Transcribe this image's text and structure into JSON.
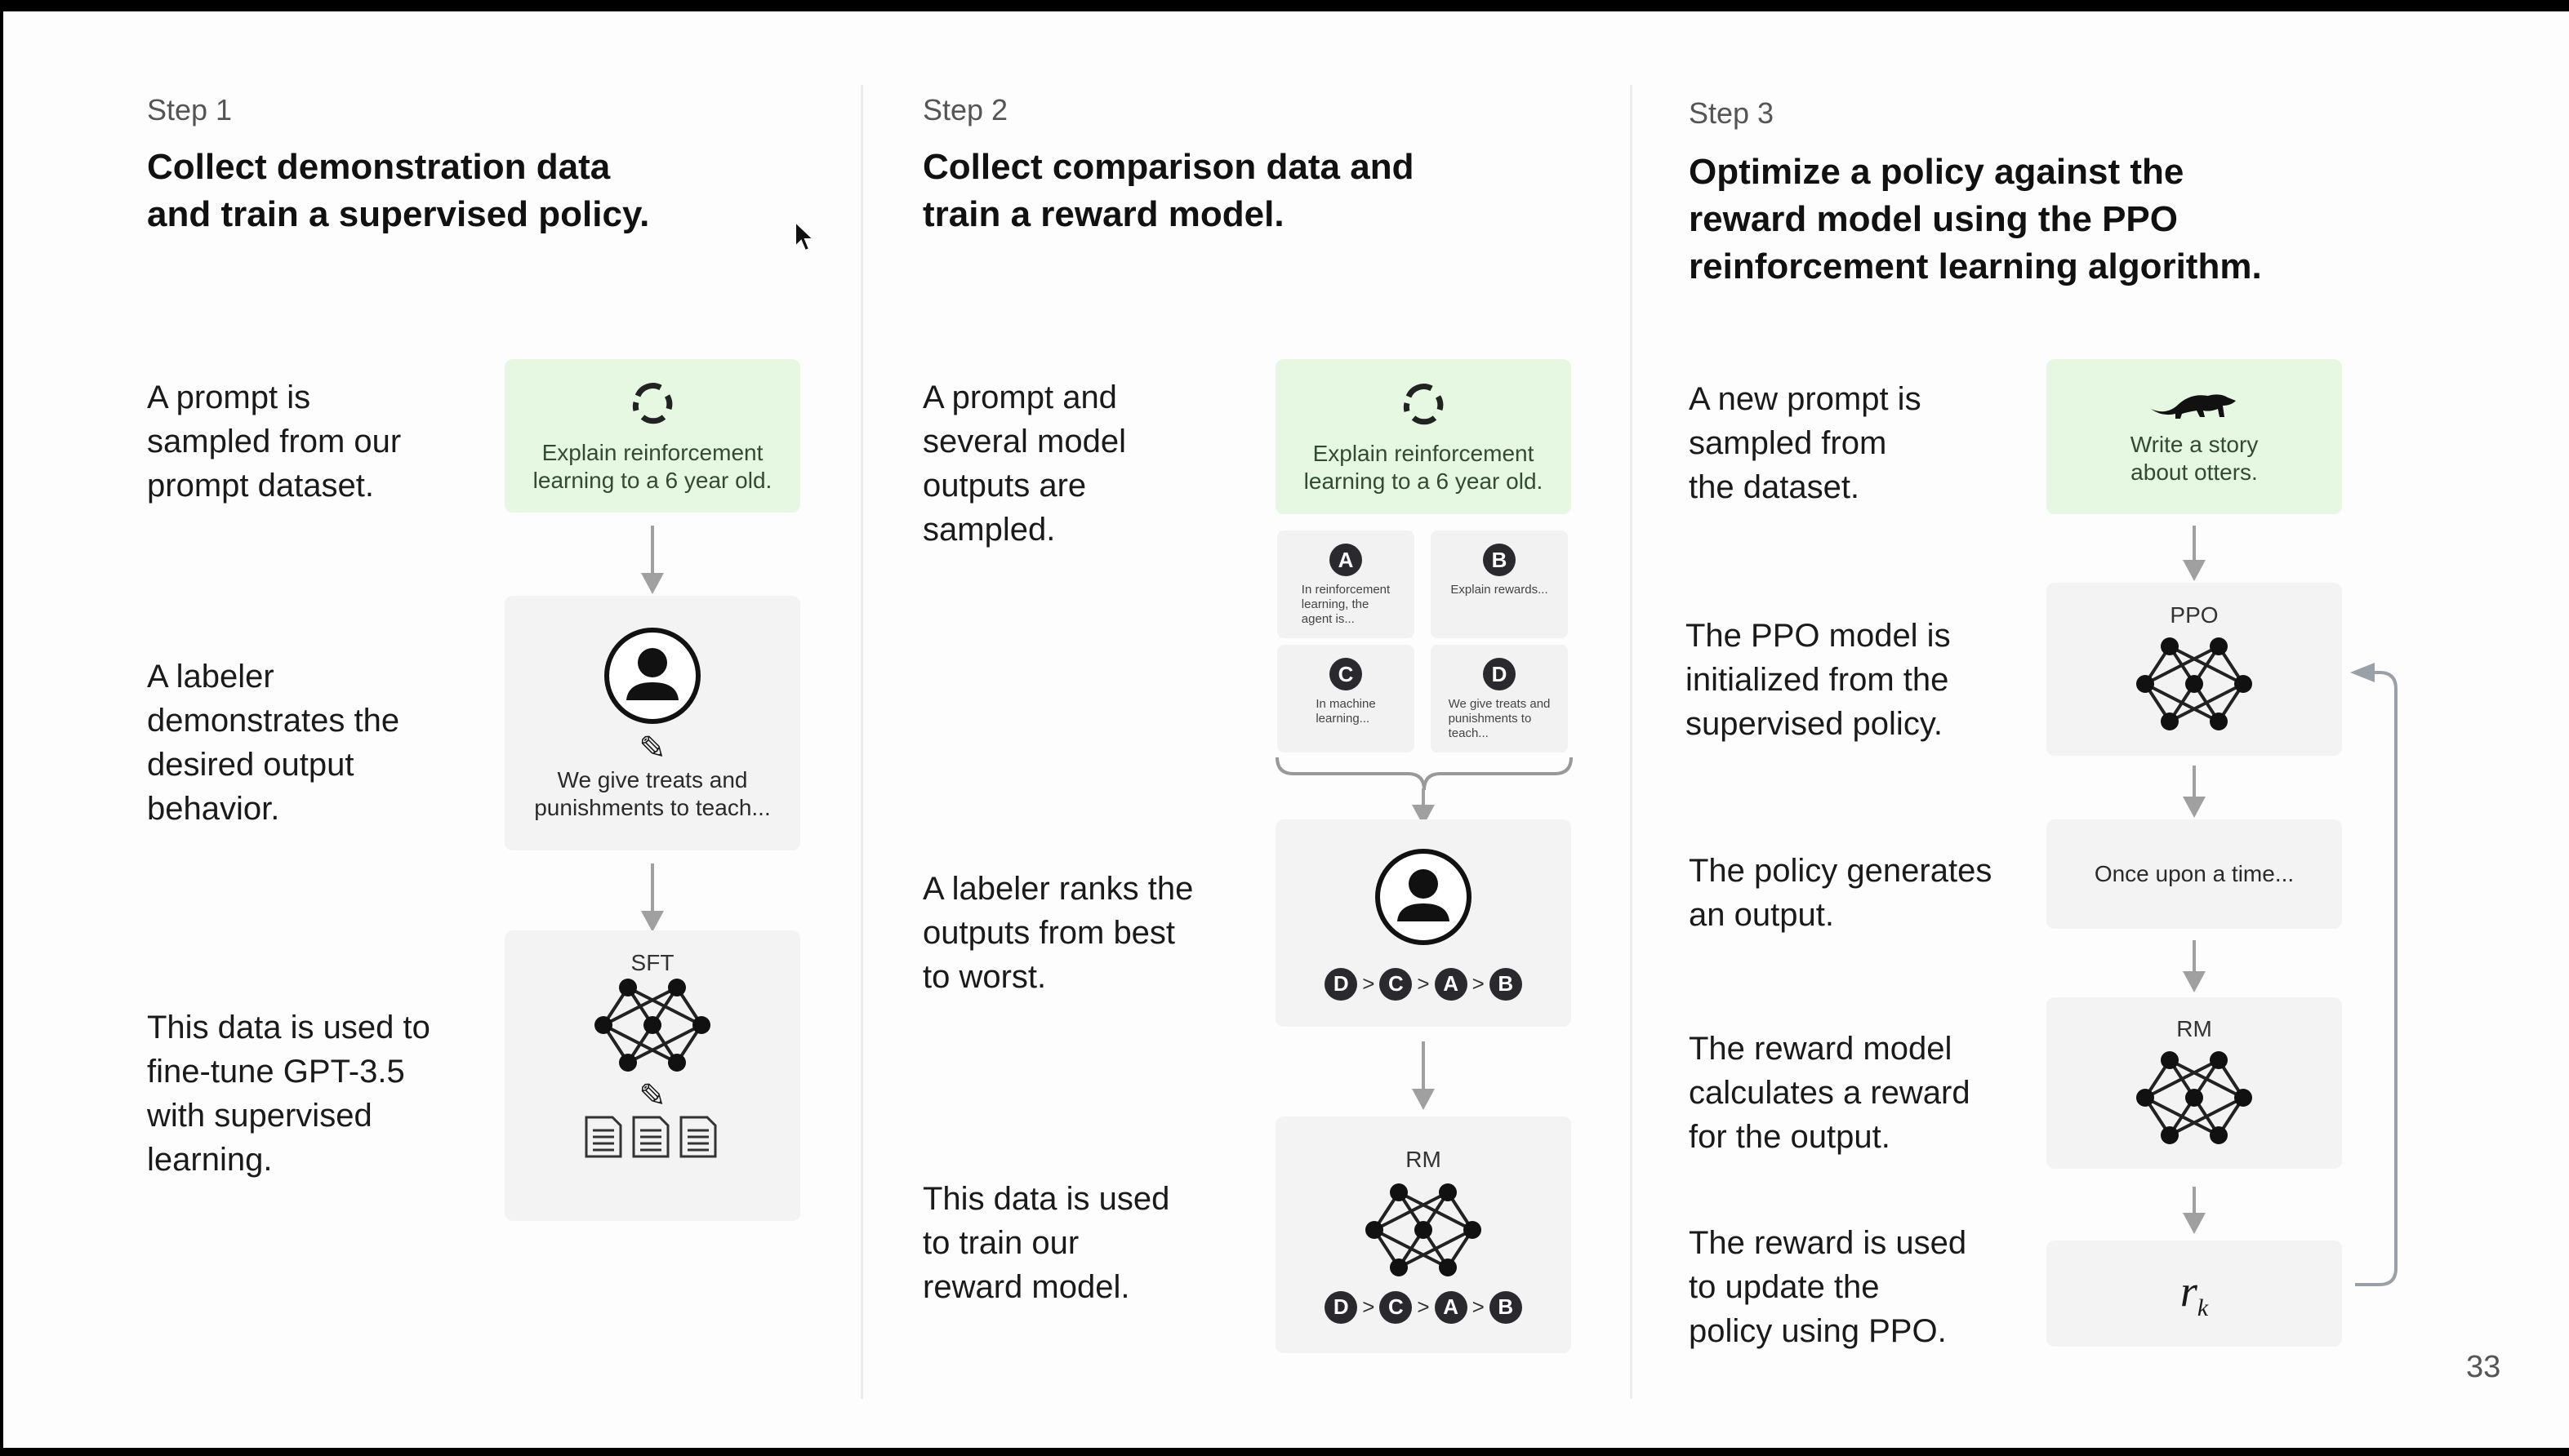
{
  "page_number": "33",
  "steps": [
    {
      "label": "Step 1",
      "title": "Collect demonstration data\nand train a supervised policy.",
      "descriptions": [
        "A prompt is\nsampled from our\nprompt dataset.",
        "A labeler\ndemonstrates the\ndesired output\nbehavior.",
        "This data is used to\nfine-tune GPT-3.5\nwith supervised\nlearning."
      ],
      "prompt": "Explain reinforcement\nlearning to a 6 year old.",
      "demo_output": "We give treats and\npunishments to teach...",
      "model_label": "SFT"
    },
    {
      "label": "Step 2",
      "title": "Collect comparison data and\ntrain a reward model.",
      "descriptions": [
        "A prompt and\nseveral model\noutputs are\nsampled.",
        "A labeler ranks the\noutputs from best\nto worst.",
        "This data is used\nto train our\nreward model."
      ],
      "prompt": "Explain reinforcement\nlearning to a 6 year old.",
      "outputs": [
        {
          "letter": "A",
          "text": "In reinforcement\nlearning, the\nagent is..."
        },
        {
          "letter": "B",
          "text": "Explain rewards..."
        },
        {
          "letter": "C",
          "text": "In machine\nlearning..."
        },
        {
          "letter": "D",
          "text": "We give treats and\npunishments to\nteach..."
        }
      ],
      "ranking": [
        "D",
        "C",
        "A",
        "B"
      ],
      "ranking_separator": ">",
      "model_label": "RM"
    },
    {
      "label": "Step 3",
      "title": "Optimize a policy against the\nreward model using the PPO\nreinforcement learning algorithm.",
      "descriptions": [
        "A new prompt is\nsampled from\nthe dataset.",
        "The PPO model is\ninitialized from the\nsupervised policy.",
        "The policy generates\nan output.",
        "The reward model\ncalculates a reward\nfor the output.",
        "The reward is used\nto update the\npolicy using PPO."
      ],
      "prompt": "Write a story\nabout otters.",
      "policy_label": "PPO",
      "output": "Once upon a time...",
      "model_label": "RM",
      "reward_symbol": "r",
      "reward_subscript": "k"
    }
  ]
}
